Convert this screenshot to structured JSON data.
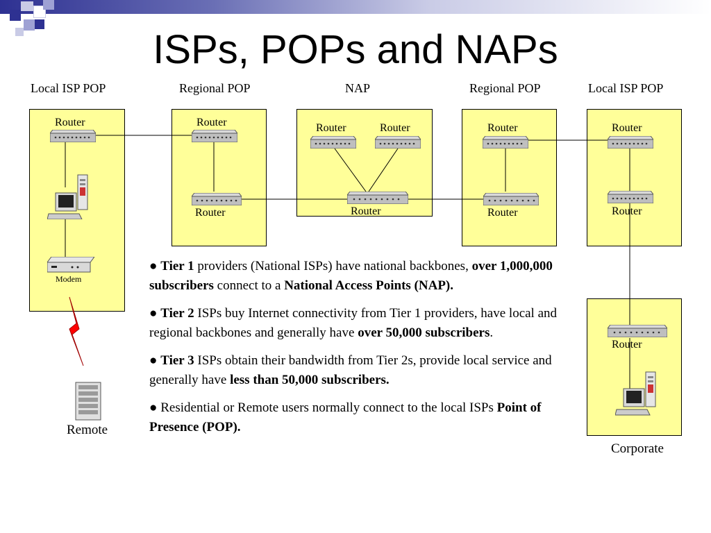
{
  "slide": {
    "title": "ISPs, POPs and NAPs"
  },
  "columns": {
    "local_isp_pop_left": "Local ISP POP",
    "regional_pop_left": "Regional POP",
    "nap": "NAP",
    "regional_pop_right": "Regional POP",
    "local_isp_pop_right": "Local ISP POP"
  },
  "devices": {
    "router": "Router",
    "modem": "Modem",
    "remote": "Remote",
    "corporate": "Corporate"
  },
  "bullets": [
    {
      "bold1": "Tier 1",
      "text1": " providers (National ISPs) have national backbones, ",
      "bold2": "over 1,000,000 subscribers",
      "text2": " connect to a ",
      "bold3": "National Access Points (NAP).",
      "text3": ""
    },
    {
      "bold1": "Tier 2",
      "text1": " ISPs buy Internet connectivity from Tier 1  providers, have local and regional backbones and generally have ",
      "bold2": "over 50,000 subscribers",
      "text2": ".",
      "bold3": "",
      "text3": ""
    },
    {
      "bold1": "Tier 3",
      "text1": " ISPs obtain their bandwidth from Tier 2s, provide local service and generally have ",
      "bold2": "less than 50,000 subscribers.",
      "text2": "",
      "bold3": "",
      "text3": ""
    },
    {
      "bold1": "",
      "text1": "Residential or Remote users normally connect to the local ISPs ",
      "bold2": "Point of Presence (POP).",
      "text2": "",
      "bold3": "",
      "text3": ""
    }
  ],
  "colors": {
    "box_fill": "#ffff99",
    "lightning": "#ff0000",
    "deco_dark": "#2e3192",
    "deco_light": "#9ea1d4"
  }
}
